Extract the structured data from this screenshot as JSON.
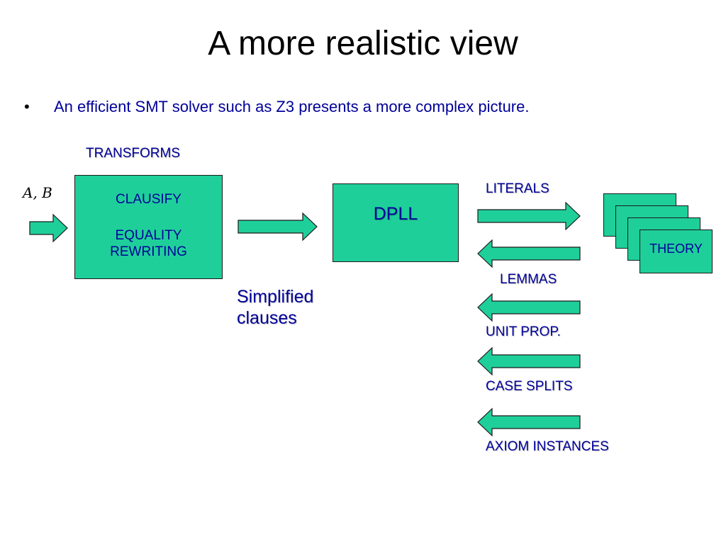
{
  "slide": {
    "title": "A more realistic view",
    "bullet_text": "An efficient SMT solver such as Z3 presents a more complex picture.",
    "bullet_glyph": "•"
  },
  "diagram": {
    "input_label": "A, B",
    "transforms_label": "TRANSFORMS",
    "transforms_box": {
      "line1": "CLAUSIFY",
      "line2": "EQUALITY",
      "line3": "REWRITING"
    },
    "simplified_label_line1": "Simplified",
    "simplified_label_line2": "clauses",
    "dpll_label": "DPLL",
    "theory_label": "THEORY",
    "literals_label": "LITERALS",
    "lemmas_label": "LEMMAS",
    "unit_prop_label": "UNIT PROP.",
    "case_splits_label": "CASE SPLITS",
    "axiom_instances_label": "AXIOM INSTANCES",
    "colors": {
      "fill": "#1fcf9a",
      "text": "#000099",
      "stroke": "#1a1a1a"
    }
  }
}
